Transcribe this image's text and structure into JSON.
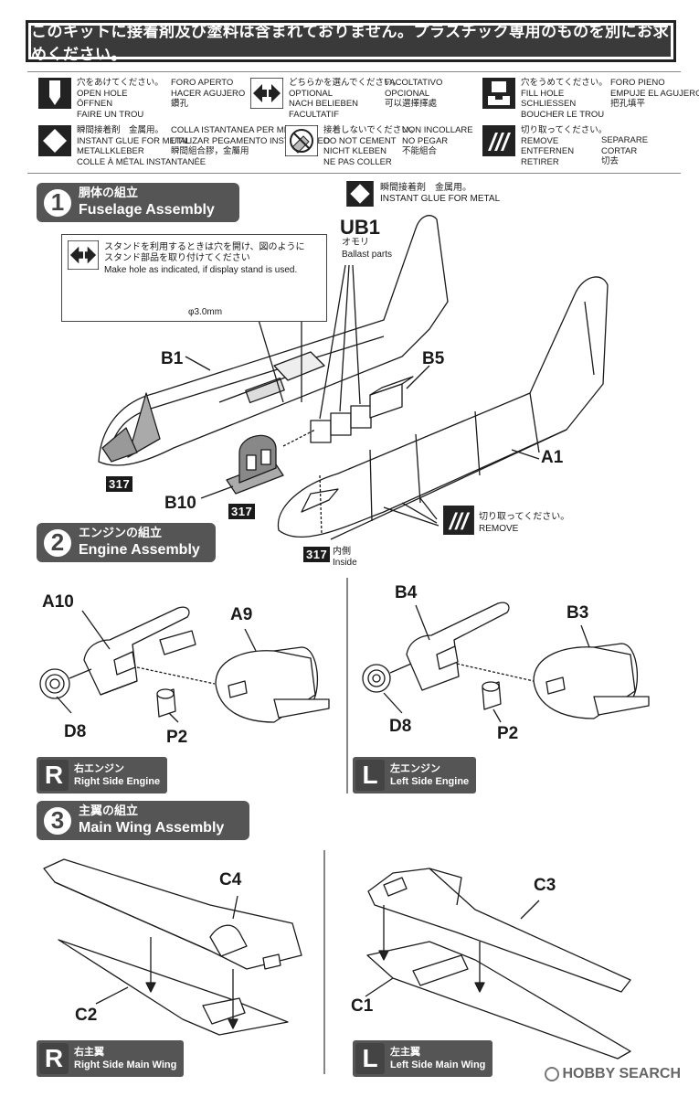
{
  "banner": {
    "text": "このキットに接着剤及び塗料は含まれておりません。プラスチック専用のものを別にお求めください。"
  },
  "legend": {
    "open_hole": {
      "jp": "穴をあけてください。",
      "en": "OPEN HOLE",
      "de": "ÖFFNEN",
      "fr": "FAIRE UN TROU",
      "it": "FORO APERTO",
      "es": "HACER AGUJERO",
      "zh": "鑽孔"
    },
    "optional": {
      "jp": "どちらかを選んでください。",
      "en": "OPTIONAL",
      "de": "NACH BELIEBEN",
      "fr": "FACULTATIF",
      "it": "FACOLTATIVO",
      "es": "OPCIONAL",
      "zh": "可以選擇擇處"
    },
    "fill_hole": {
      "jp": "穴をうめてください。",
      "en": "FILL HOLE",
      "de": "SCHLIESSEN",
      "fr": "BOUCHER LE TROU",
      "it": "FORO PIENO",
      "es": "EMPUJE EL AGUJERO",
      "zh": "把孔填平"
    },
    "instant_glue": {
      "jp": "瞬間接着剤　金属用。",
      "en": "INSTANT GLUE FOR METAL",
      "de": "METALLKLEBER",
      "fr": "COLLE À MÉTAL INSTANTANÉE",
      "it": "COLLA ISTANTANEA PER METALLI",
      "es": "UTILIZAR PEGAMENTO INSTANTANEO",
      "zh": "瞬間組合膠，金屬用"
    },
    "no_cement": {
      "jp": "接着しないでください。",
      "en": "DO NOT CEMENT",
      "de": "NICHT KLEBEN",
      "fr": "NE PAS COLLER",
      "it": "NON INCOLLARE",
      "es": "NO PEGAR",
      "zh": "不能組合"
    },
    "remove": {
      "jp": "切り取ってください。",
      "en": "REMOVE",
      "de": "ENTFERNEN",
      "fr": "RETIRER",
      "it": "SEPARARE",
      "es": "CORTAR",
      "zh": "切去"
    }
  },
  "step1": {
    "num": "1",
    "jp": "胴体の組立",
    "en": "Fuselage Assembly",
    "glue_note": {
      "jp": "瞬間接着剤　金属用。",
      "en": "INSTANT GLUE FOR METAL"
    },
    "ub1": {
      "part": "UB1",
      "jp": "オモリ",
      "en": "Ballast parts"
    },
    "stand_note": {
      "jp1": "スタンドを利用するときは穴を開け、図のように",
      "jp2": "スタンド部品を取り付けてください",
      "en": "Make hole as indicated, if display stand is used.",
      "size": "φ3.0mm"
    },
    "parts": {
      "b1": "B1",
      "b5": "B5",
      "a1": "A1",
      "b10": "B10"
    },
    "paint": "317",
    "inside": {
      "jp": "内側",
      "en": "Inside"
    },
    "remove_note": {
      "jp": "切り取ってください。",
      "en": "REMOVE"
    }
  },
  "step2": {
    "num": "2",
    "jp": "エンジンの組立",
    "en": "Engine Assembly",
    "right": {
      "parts": {
        "a": "A10",
        "b": "A9",
        "d": "D8",
        "p": "P2"
      },
      "letter": "R",
      "jp": "右エンジン",
      "en": "Right Side Engine"
    },
    "left": {
      "parts": {
        "a": "B4",
        "b": "B3",
        "d": "D8",
        "p": "P2"
      },
      "letter": "L",
      "jp": "左エンジン",
      "en": "Left Side Engine"
    }
  },
  "step3": {
    "num": "3",
    "jp": "主翼の組立",
    "en": "Main Wing Assembly",
    "right": {
      "parts": {
        "top": "C4",
        "bottom": "C2"
      },
      "letter": "R",
      "jp": "右主翼",
      "en": "Right Side Main Wing"
    },
    "left": {
      "parts": {
        "top": "C3",
        "bottom": "C1"
      },
      "letter": "L",
      "jp": "左主翼",
      "en": "Left Side Main Wing"
    }
  },
  "watermark": "HOBBY SEARCH"
}
